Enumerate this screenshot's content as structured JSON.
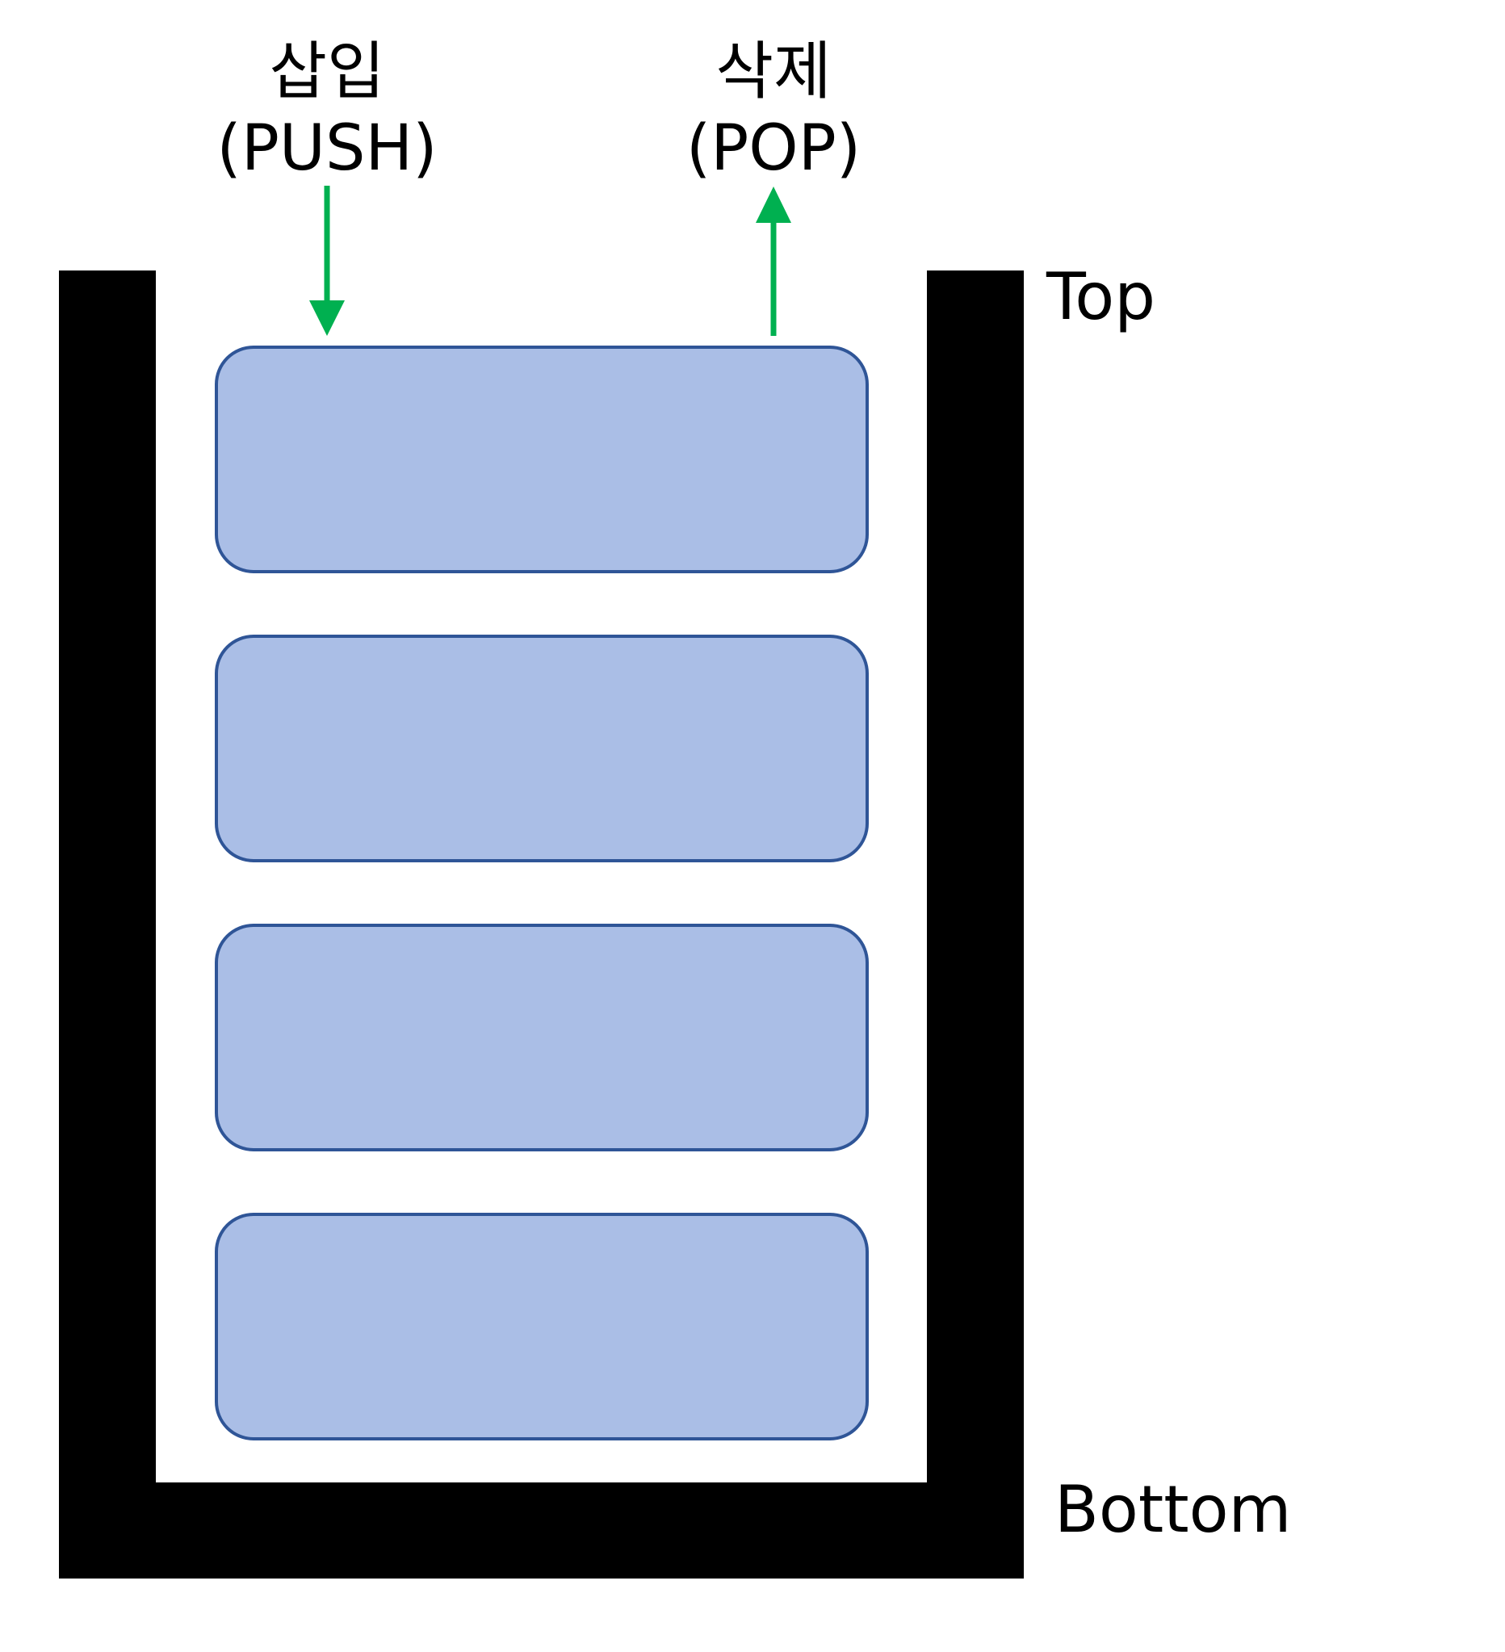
{
  "operations": {
    "push": {
      "label_korean": "삽입",
      "label_english": "(PUSH)",
      "arrow_direction": "down"
    },
    "pop": {
      "label_korean": "삭제",
      "label_english": "(POP)",
      "arrow_direction": "up"
    }
  },
  "markers": {
    "top": "Top",
    "bottom": "Bottom"
  },
  "stack": {
    "item_count": 4
  },
  "colors": {
    "container": "#000000",
    "item_fill": "#aabee6",
    "item_stroke": "#2f5597",
    "arrow": "#00b050",
    "background": "#ffffff"
  }
}
